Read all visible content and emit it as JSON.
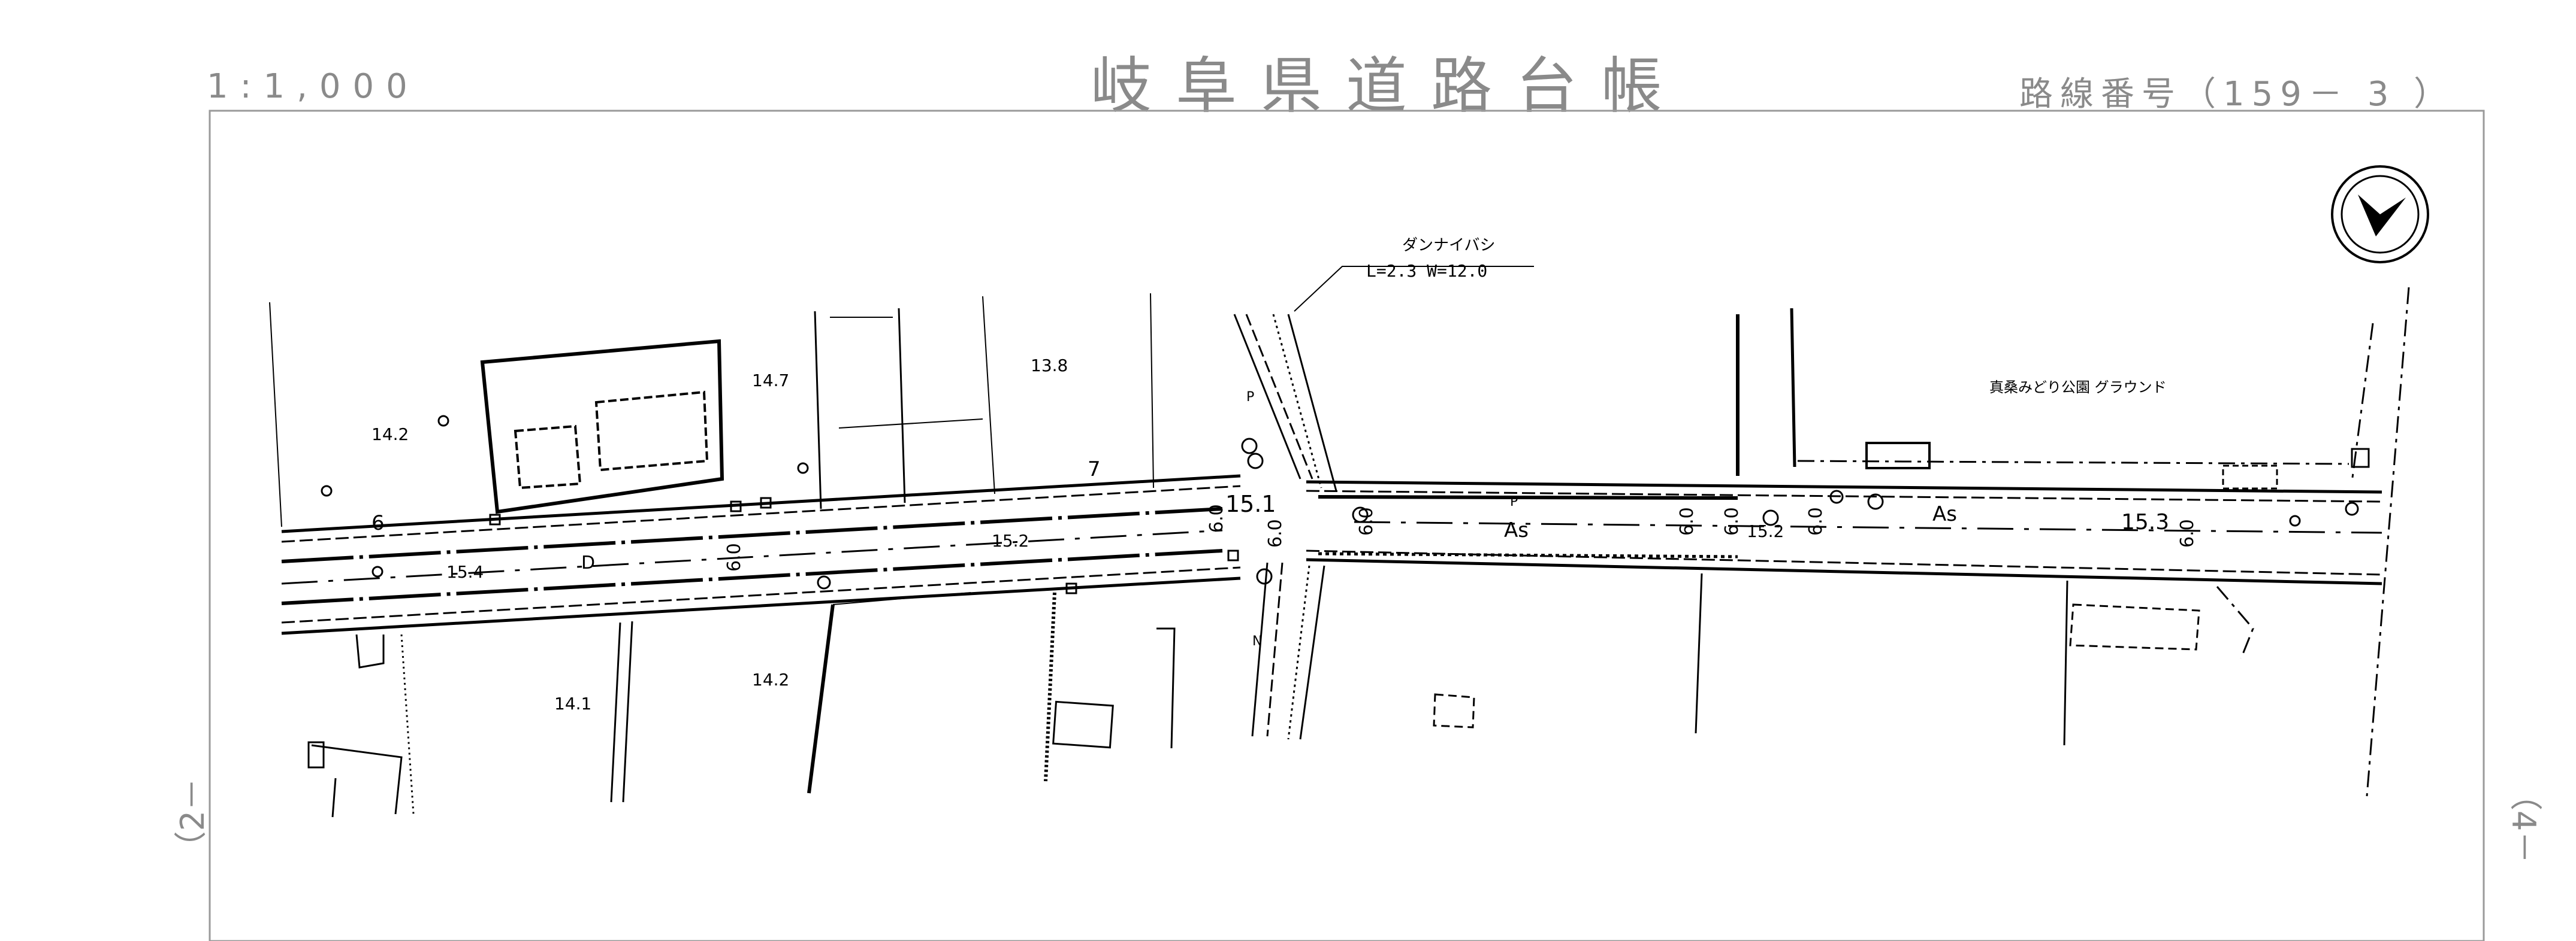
{
  "header": {
    "scale": "1:1,000",
    "title": "岐阜県道路台帳",
    "route": "路線番号（159－ 3 ）"
  },
  "sheet_refs": {
    "left": "（2－",
    "right": "（4－"
  },
  "bridge": {
    "name": "ダンナイバシ",
    "dimensions": "L=2.3 W=12.0"
  },
  "park": {
    "name": "真桑みどり公園 グラウンド"
  },
  "elevations": [
    "14.2",
    "14.7",
    "13.8",
    "15.4",
    "15.2",
    "14.1",
    "14.2",
    "15.1",
    "15.2",
    "15.3"
  ],
  "road_labels": {
    "pavement": "As",
    "width": "6.0",
    "lane_marks": [
      "6",
      "7",
      "P",
      "P",
      "N",
      "D"
    ]
  },
  "map_symbols": [
    "north-arrow",
    "utility-pole",
    "fire-hydrant",
    "manhole",
    "telephone-pole",
    "parking"
  ]
}
